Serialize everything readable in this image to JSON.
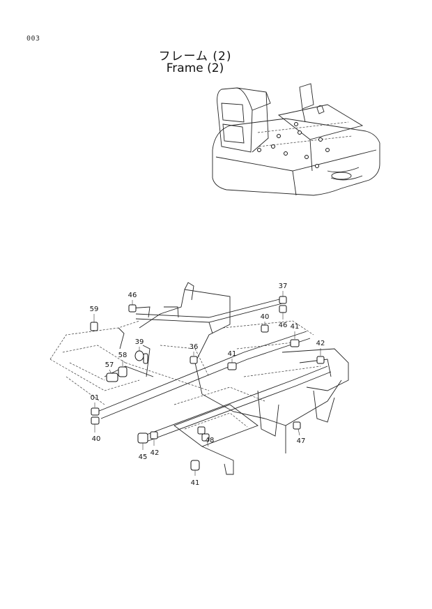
{
  "page": {
    "code": "003",
    "title_jp": "フレーム (2)",
    "title_en": "Frame (2)"
  },
  "parts": [
    {
      "id": "p59",
      "label": "59"
    },
    {
      "id": "p46a",
      "label": "46"
    },
    {
      "id": "p39",
      "label": "39"
    },
    {
      "id": "p58",
      "label": "58"
    },
    {
      "id": "p57",
      "label": "57"
    },
    {
      "id": "p01",
      "label": "01"
    },
    {
      "id": "p40a",
      "label": "40"
    },
    {
      "id": "p36",
      "label": "36"
    },
    {
      "id": "p37",
      "label": "37"
    },
    {
      "id": "p46b",
      "label": "46"
    },
    {
      "id": "p40b",
      "label": "40"
    },
    {
      "id": "p41a",
      "label": "41"
    },
    {
      "id": "p41b",
      "label": "41"
    },
    {
      "id": "p42a",
      "label": "42"
    },
    {
      "id": "p47",
      "label": "47"
    },
    {
      "id": "p48",
      "label": "48"
    },
    {
      "id": "p45",
      "label": "45"
    },
    {
      "id": "p42b",
      "label": "42"
    },
    {
      "id": "p41c",
      "label": "41"
    }
  ]
}
